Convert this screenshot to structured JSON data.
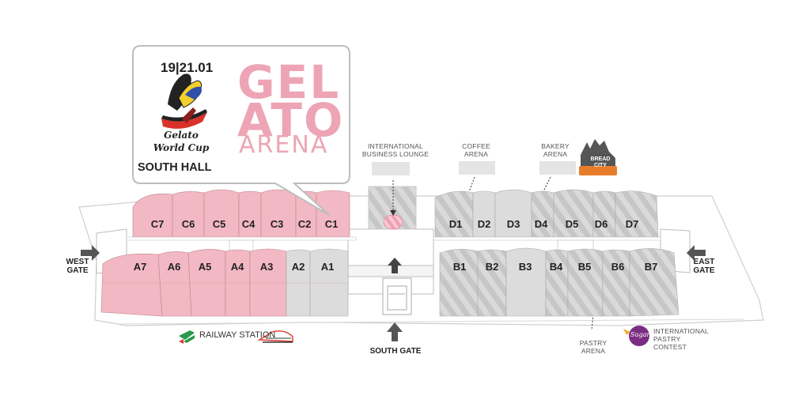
{
  "callout": {
    "dates": "19|21.01",
    "cup_line1": "Gelato",
    "cup_line2": "World Cup",
    "hall_bold": "SOUTH",
    "hall_rest": " HALL",
    "arena_line1": "GEL",
    "arena_line2": "ATO",
    "arena_line3": "ARENA"
  },
  "areas": {
    "business_lounge": "INTERNATIONAL\nBUSINESS LOUNGE",
    "coffee_arena": "COFFEE\nARENA",
    "bakery_arena": "BAKERY\nARENA",
    "pastry_arena": "PASTRY\nARENA",
    "pastry_contest": "INTERNATIONAL\nPASTRY CONTEST",
    "bread_logo": "BREAD CITY",
    "sugar_logo": "Sugar"
  },
  "gates": {
    "west": "WEST\nGATE",
    "east": "EAST\nGATE",
    "south": "SOUTH GATE"
  },
  "railway": "RAILWAY STATION",
  "halls": {
    "C7": "C7",
    "C6": "C6",
    "C5": "C5",
    "C4": "C4",
    "C3": "C3",
    "C2": "C2",
    "C1": "C1",
    "A7": "A7",
    "A6": "A6",
    "A5": "A5",
    "A4": "A4",
    "A3": "A3",
    "A2": "A2",
    "A1": "A1",
    "D1": "D1",
    "D2": "D2",
    "D3": "D3",
    "D4": "D4",
    "D5": "D5",
    "D6": "D6",
    "D7": "D7",
    "B1": "B1",
    "B2": "B2",
    "B3": "B3",
    "B4": "B4",
    "B5": "B5",
    "B6": "B6",
    "B7": "B7"
  },
  "colors": {
    "highlight": "#f2b8c4",
    "neutral": "#dcdcdc",
    "hatched": "#d4d4d4",
    "arena_text": "#eda5b5"
  }
}
